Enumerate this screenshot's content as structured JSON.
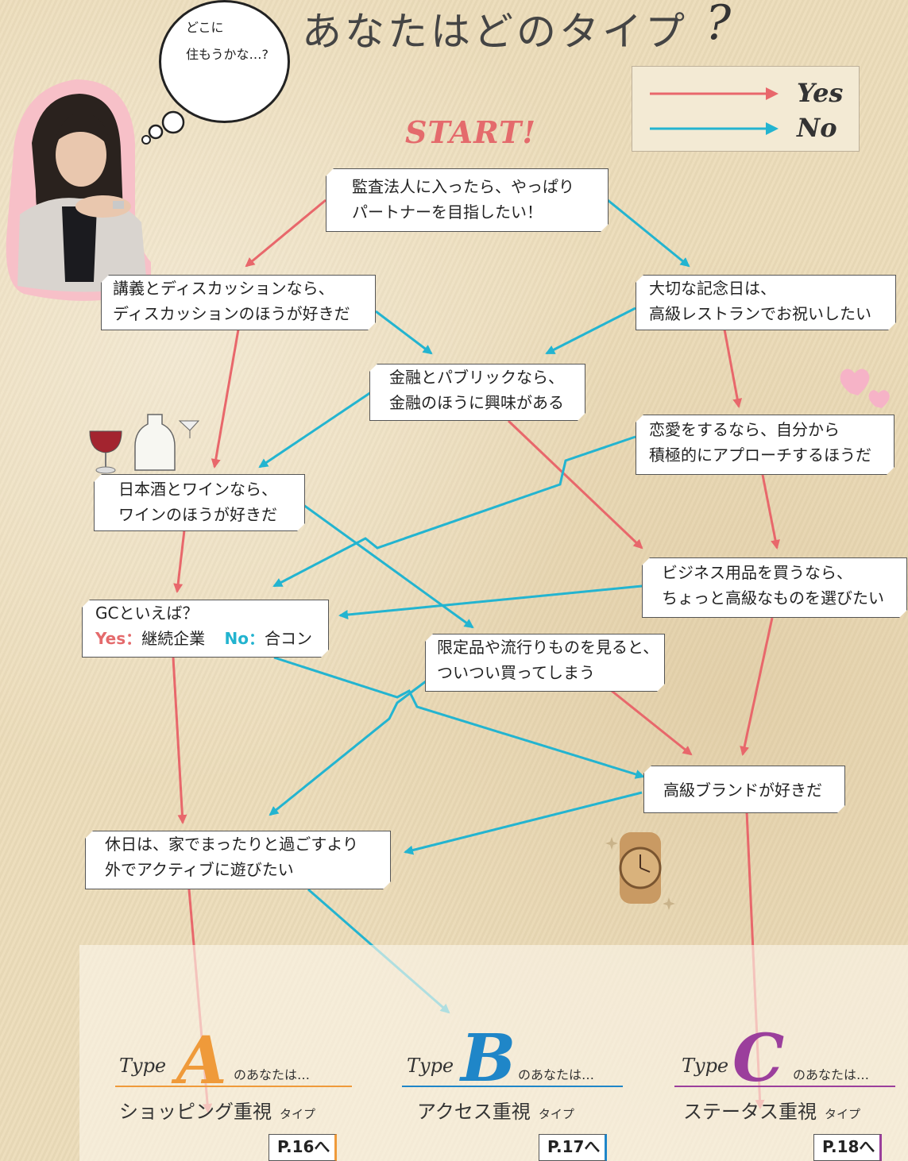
{
  "title": "あなたはどのタイプ",
  "title_mark": "?",
  "thought_bubble": {
    "line1": "どこに",
    "line2": "住もうかな…?"
  },
  "legend": {
    "yes": "Yes",
    "no": "No",
    "yes_color": "#e8676b",
    "no_color": "#23b4d0"
  },
  "start": "START!",
  "questions": {
    "q1": [
      "監査法人に入ったら、やっぱり",
      "パートナーを目指したい！"
    ],
    "q2": [
      "講義とディスカッションなら、",
      "ディスカッションのほうが好きだ"
    ],
    "q3": [
      "大切な記念日は、",
      "高級レストランでお祝いしたい"
    ],
    "q4": [
      "金融とパブリックなら、",
      "金融のほうに興味がある"
    ],
    "q5": [
      "恋愛をするなら、自分から",
      "積極的にアプローチするほうだ"
    ],
    "q6": [
      "日本酒とワインなら、",
      "ワインのほうが好きだ"
    ],
    "q7": [
      "ビジネス用品を買うなら、",
      "ちょっと高級なものを選びたい"
    ],
    "q8": {
      "line1": "GCといえば？",
      "yes_label": "Yes：",
      "yes_text": "継続企業",
      "no_label": "No：",
      "no_text": "合コン"
    },
    "q9": [
      "限定品や流行りものを見ると、",
      "ついつい買ってしまう"
    ],
    "q10": [
      "高級ブランドが好きだ"
    ],
    "q11": [
      "休日は、家でまったりと過ごすより",
      "外でアクティブに遊びたい"
    ]
  },
  "results": [
    {
      "type_word": "Type",
      "letter": "A",
      "suffix": "のあなたは…",
      "name": "ショッピング重視",
      "name_small": "タイプ",
      "page": "P.16へ",
      "color": "#ef9a3a"
    },
    {
      "type_word": "Type",
      "letter": "B",
      "suffix": "のあなたは…",
      "name": "アクセス重視",
      "name_small": "タイプ",
      "page": "P.17へ",
      "color": "#1f86c8"
    },
    {
      "type_word": "Type",
      "letter": "C",
      "suffix": "のあなたは…",
      "name": "ステータス重視",
      "name_small": "タイプ",
      "page": "P.18へ",
      "color": "#9b3f9c"
    }
  ]
}
